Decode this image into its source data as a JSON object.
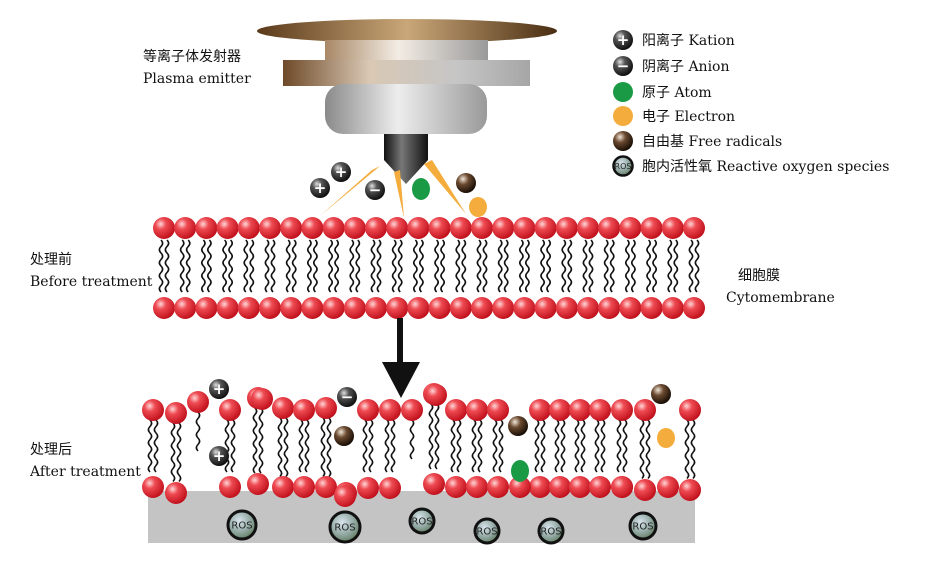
{
  "labels": {
    "emitter_zh": "等离子体发射器",
    "emitter_en": "Plasma emitter",
    "before_zh": "处理前",
    "before_en": "Before treatment",
    "after_zh": "处理后",
    "after_en": "After treatment",
    "membrane_zh": "细胞膜",
    "membrane_en": "Cytomembrane"
  },
  "legend": [
    {
      "symbol": "kation-icon",
      "label": "阳离子 Kation"
    },
    {
      "symbol": "anion-icon",
      "label": "阴离子 Anion"
    },
    {
      "symbol": "atom-icon",
      "label": "原子 Atom"
    },
    {
      "symbol": "electron-icon",
      "label": "电子 Electron"
    },
    {
      "symbol": "free-radical-icon",
      "label": "自由基 Free radicals"
    },
    {
      "symbol": "ros-icon",
      "label": "胞内活性氧 Reactive oxygen species"
    }
  ],
  "particle_signs": {
    "kation": "+",
    "anion": "−"
  },
  "ros_text": "ROS",
  "colors": {
    "lipid_head": "#e8202e",
    "atom": "#1a9a45",
    "electron": "#f4ad3c",
    "spark": "#f4ad3c",
    "cell_interior": "#c4c4c4"
  }
}
